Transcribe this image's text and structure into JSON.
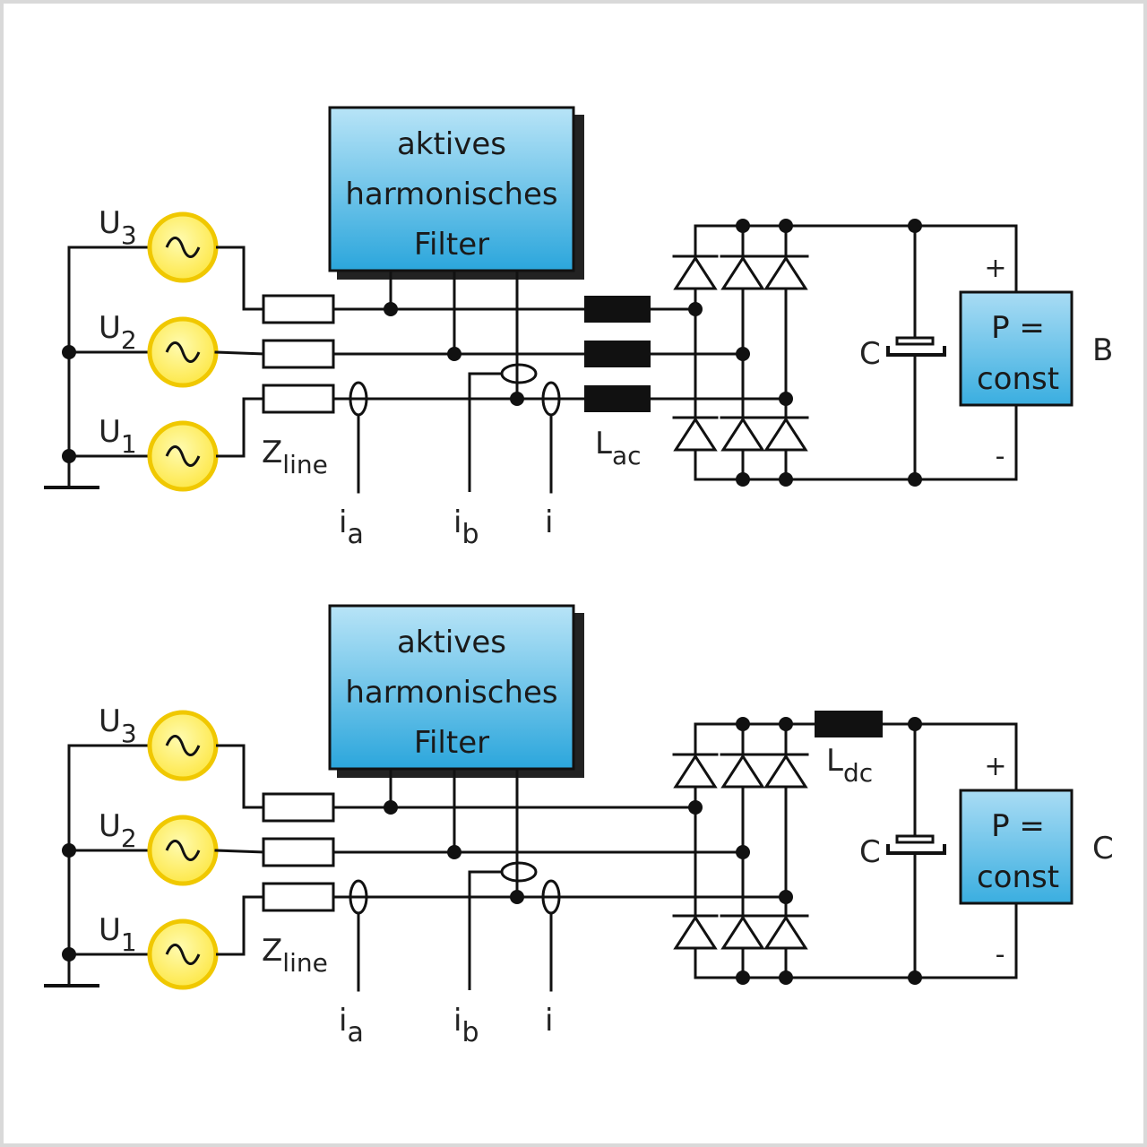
{
  "panels": [
    {
      "id": "B",
      "panel_label": "B",
      "filter_lines": [
        "aktives",
        "harmonisches",
        "Filter"
      ],
      "source_labels": [
        {
          "main": "U",
          "sub": "3"
        },
        {
          "main": "U",
          "sub": "2"
        },
        {
          "main": "U",
          "sub": "1"
        }
      ],
      "impedance_label": {
        "main": "Z",
        "sub": "line"
      },
      "inductor_label": {
        "main": "L",
        "sub": "ac"
      },
      "capacitor_label": "C",
      "load_lines": [
        "P =",
        "const"
      ],
      "plus": "+",
      "minus": "-",
      "currents": [
        {
          "main": "i",
          "sub": "a"
        },
        {
          "main": "i",
          "sub": "b"
        },
        {
          "main": "i",
          "sub": ""
        }
      ]
    },
    {
      "id": "C",
      "panel_label": "C",
      "filter_lines": [
        "aktives",
        "harmonisches",
        "Filter"
      ],
      "source_labels": [
        {
          "main": "U",
          "sub": "3"
        },
        {
          "main": "U",
          "sub": "2"
        },
        {
          "main": "U",
          "sub": "1"
        }
      ],
      "impedance_label": {
        "main": "Z",
        "sub": "line"
      },
      "inductor_label": {
        "main": "L",
        "sub": "dc"
      },
      "capacitor_label": "C",
      "load_lines": [
        "P =",
        "const"
      ],
      "plus": "+",
      "minus": "-",
      "currents": [
        {
          "main": "i",
          "sub": "a"
        },
        {
          "main": "i",
          "sub": "b"
        },
        {
          "main": "i",
          "sub": ""
        }
      ]
    }
  ],
  "colors": {
    "filter_fill_top": "#b8e4f7",
    "filter_fill_bottom": "#2ba6dc",
    "source_fill": "#fff27a",
    "source_ring": "#e8c400",
    "load_fill_top": "#a9dcf4",
    "load_fill_bottom": "#3aaee0",
    "wire": "#111111"
  }
}
